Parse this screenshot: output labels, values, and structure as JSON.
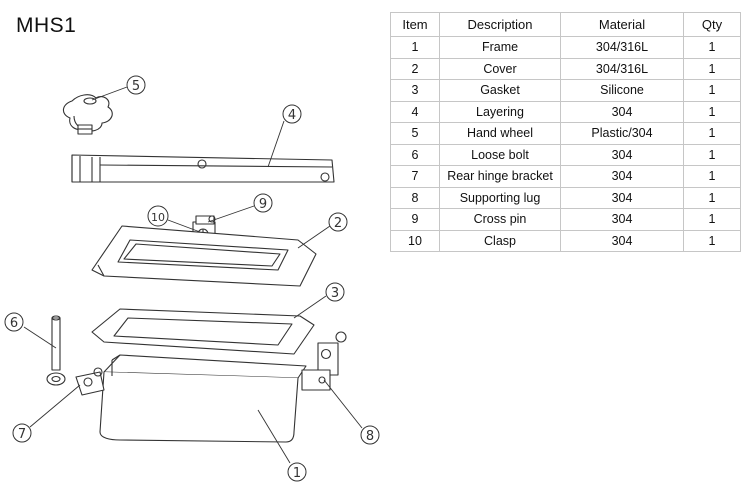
{
  "model_label": "MHS1",
  "table": {
    "headers": [
      "Item",
      "Description",
      "Material",
      "Qty"
    ],
    "rows": [
      [
        "1",
        "Frame",
        "304/316L",
        "1"
      ],
      [
        "2",
        "Cover",
        "304/316L",
        "1"
      ],
      [
        "3",
        "Gasket",
        "Silicone",
        "1"
      ],
      [
        "4",
        "Layering",
        "304",
        "1"
      ],
      [
        "5",
        "Hand wheel",
        "Plastic/304",
        "1"
      ],
      [
        "6",
        "Loose bolt",
        "304",
        "1"
      ],
      [
        "7",
        "Rear hinge bracket",
        "304",
        "1"
      ],
      [
        "8",
        "Supporting lug",
        "304",
        "1"
      ],
      [
        "9",
        "Cross pin",
        "304",
        "1"
      ],
      [
        "10",
        "Clasp",
        "304",
        "1"
      ]
    ]
  },
  "callouts": [
    "1",
    "2",
    "3",
    "4",
    "5",
    "6",
    "7",
    "8",
    "9",
    "10"
  ],
  "colors": {
    "line": "#333333",
    "table_border": "#c6c6c6"
  }
}
